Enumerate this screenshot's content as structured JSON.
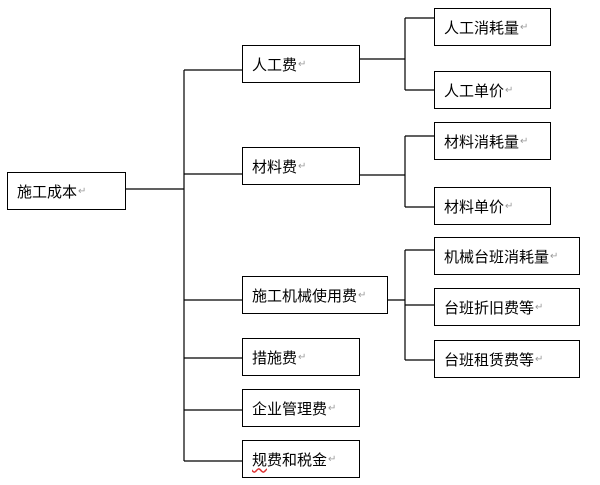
{
  "para_mark": "↵",
  "root": {
    "label": "施工成本"
  },
  "level1": [
    {
      "label": "人工费"
    },
    {
      "label": "材料费"
    },
    {
      "label": "施工机械使用费"
    },
    {
      "label": "措施费"
    },
    {
      "label": "企业管理费"
    },
    {
      "label_a": "规",
      "label_b": "费和税金"
    }
  ],
  "level2": {
    "labor": [
      {
        "label": "人工消耗量"
      },
      {
        "label": "人工单价"
      }
    ],
    "material": [
      {
        "label": "材料消耗量"
      },
      {
        "label": "材料单价"
      }
    ],
    "machinery": [
      {
        "label": "机械台班消耗量"
      },
      {
        "label": "台班折旧费等"
      },
      {
        "label": "台班租赁费等"
      }
    ]
  }
}
